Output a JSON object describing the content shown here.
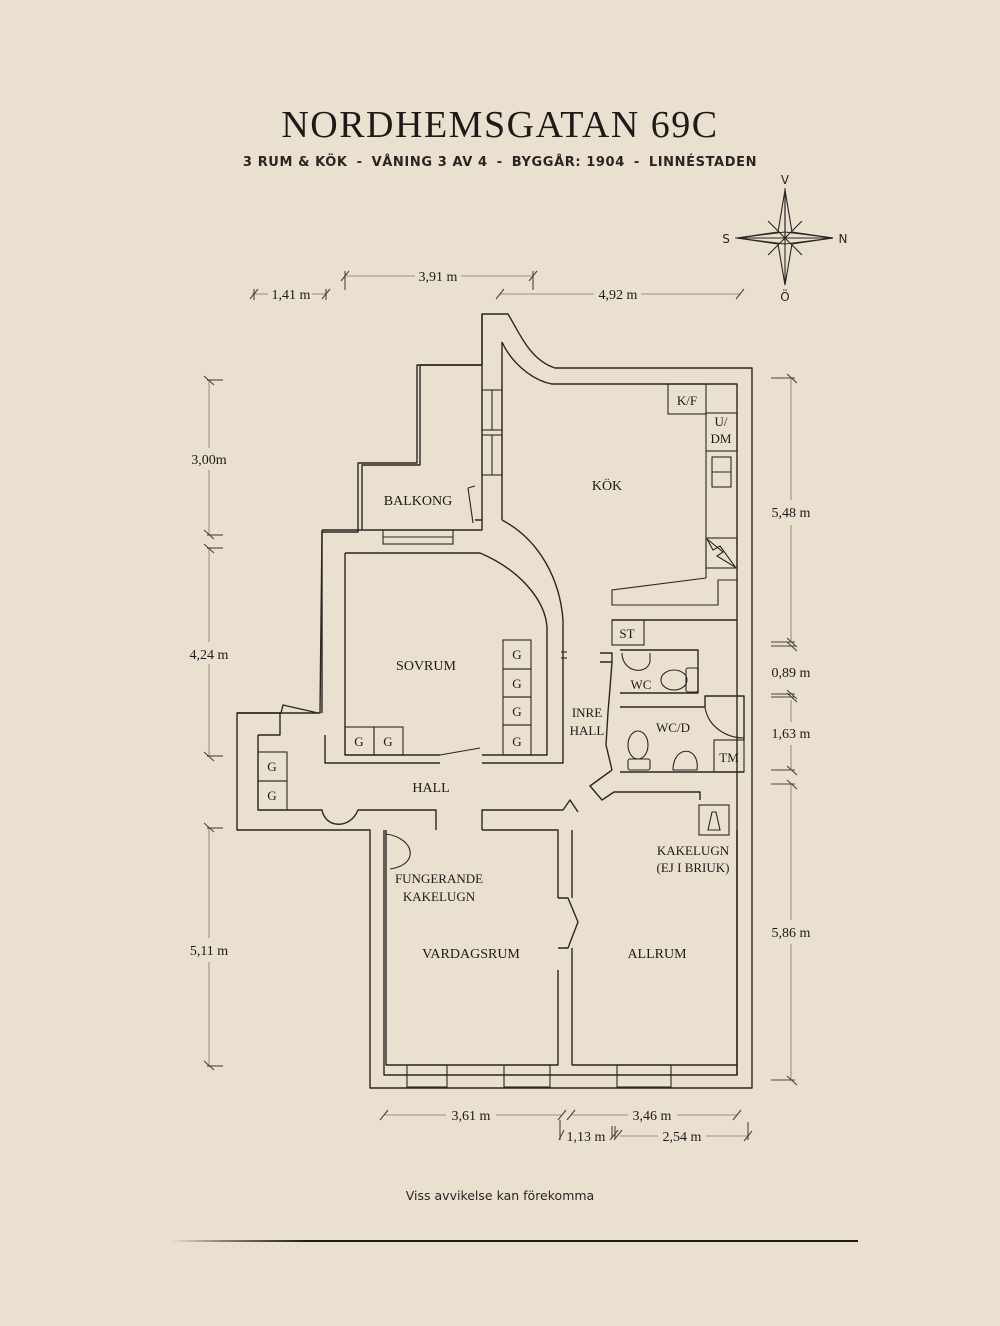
{
  "header": {
    "title": "NORDHEMSGATAN 69C",
    "subtitle_parts": [
      "3 RUM & KÖK",
      "VÅNING 3 AV 4",
      "BYGGÅR: 1904",
      "LINNÉSTADEN"
    ],
    "separator": "-"
  },
  "compass": {
    "north": "N",
    "south": "S",
    "west": "V",
    "east": "Ö"
  },
  "rooms": {
    "kok": "KÖK",
    "balkong": "BALKONG",
    "sovrum": "SOVRUM",
    "hall": "HALL",
    "inre_hall_1": "INRE",
    "inre_hall_2": "HALL",
    "wc": "WC",
    "wcd": "WC/D",
    "vardagsrum": "VARDAGSRUM",
    "allrum": "ALLRUM"
  },
  "fixtures": {
    "kf": "K/F",
    "udm_1": "U/",
    "udm_2": "DM",
    "st": "ST",
    "tm": "TM",
    "wardrobe": "G",
    "kakelugn_1": "KAKELUGN",
    "kakelugn_2": "(EJ I BRIUK)",
    "fungerande_1": "FUNGERANDE",
    "fungerande_2": "KAKELUGN"
  },
  "dimensions": {
    "top": [
      "1,41 m",
      "3,91 m",
      "4,92 m"
    ],
    "left": [
      "3,00m",
      "4,24 m",
      "5,11 m"
    ],
    "right": [
      "5,48 m",
      "0,89 m",
      "1,63 m",
      "5,86 m"
    ],
    "bottom": [
      "3,61 m",
      "3,46 m",
      "1,13 m",
      "2,54 m"
    ]
  },
  "footer": {
    "note": "Viss avvikelse kan förekomma"
  },
  "colors": {
    "background": "#e9e0d0",
    "ink": "#1e1a17",
    "dimension_line": "#9c9285"
  }
}
